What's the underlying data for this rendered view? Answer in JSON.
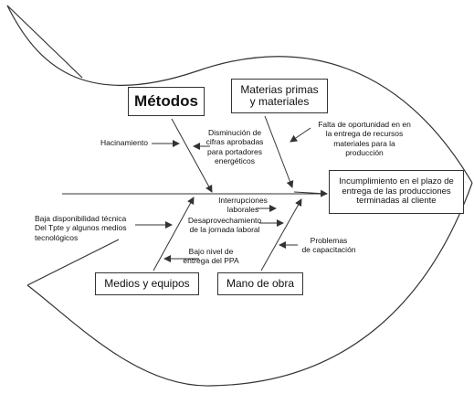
{
  "categories": {
    "metodos": "Métodos",
    "materias": "Materias primas\ny materiales",
    "medios": "Medios y equipos",
    "mano": "Mano de obra"
  },
  "effect": "Incumplimiento en el plazo de\nentrega de las producciones\nterminadas al cliente",
  "causes": {
    "hacinamiento": "Hacinamiento",
    "disminucion": "Disminución de\ncifras aprobadas\npara portadores\nenergéticos",
    "falta": "Falta de oportunidad en en\nla entrega de recursos\nmateriales para la\nproducción",
    "interrupciones": "Interrupciones\nlaborales",
    "desaprovechamiento": "Desaprovechamiento\nde la jornada laboral",
    "baja_disponibilidad": "Baja disponibilidad técnica\nDel Tpte y algunos medios\ntecnológicos",
    "bajo_nivel": "Bajo nivel de\nentrega del PPA",
    "problemas": "Problemas\nde capacitación"
  },
  "colors": {
    "line": "#333333",
    "text": "#111111",
    "background": "#ffffff"
  }
}
